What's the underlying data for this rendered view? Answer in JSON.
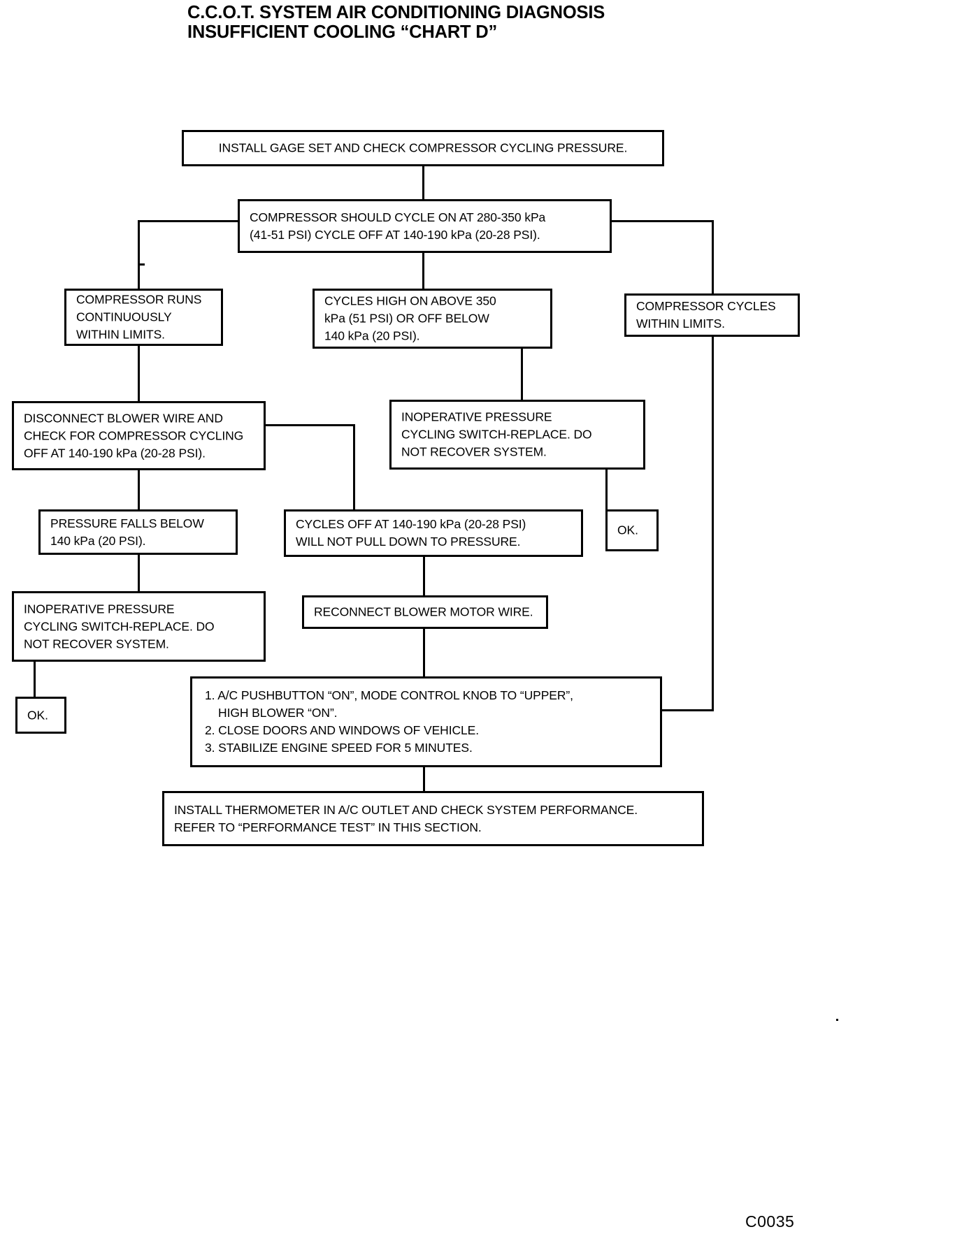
{
  "document": {
    "title_line1": "C.C.O.T. SYSTEM AIR CONDITIONING DIAGNOSIS",
    "title_line2": "INSUFFICIENT COOLING “CHART D”",
    "figure_code": "C0035"
  },
  "nodes": {
    "install_gage": {
      "text": "INSTALL GAGE SET AND CHECK COMPRESSOR CYCLING PRESSURE."
    },
    "cycle_spec": {
      "text": "COMPRESSOR SHOULD CYCLE ON AT 280-350 kPa\n(41-51 PSI) CYCLE OFF AT 140-190 kPa (20-28 PSI)."
    },
    "runs_continuously": {
      "text": "COMPRESSOR RUNS\nCONTINUOUSLY\nWITHIN LIMITS."
    },
    "cycles_high": {
      "text": "CYCLES HIGH ON ABOVE 350\nkPa (51 PSI) OR OFF BELOW\n140 kPa (20 PSI)."
    },
    "cycles_within_limits": {
      "text": "COMPRESSOR CYCLES\nWITHIN LIMITS."
    },
    "disconnect_blower": {
      "text": "DISCONNECT BLOWER WIRE AND\nCHECK FOR COMPRESSOR CYCLING\nOFF AT 140-190 kPa (20-28 PSI)."
    },
    "inop_switch_right": {
      "text": "INOPERATIVE PRESSURE\nCYCLING SWITCH-REPLACE. DO\nNOT RECOVER SYSTEM."
    },
    "pressure_falls": {
      "text": "PRESSURE FALLS BELOW\n140 kPa (20 PSI)."
    },
    "cycles_off_no_pulldown": {
      "text": "CYCLES OFF AT 140-190 kPa (20-28 PSI)\nWILL NOT PULL DOWN TO PRESSURE."
    },
    "ok_right": {
      "text": "OK."
    },
    "inop_switch_left": {
      "text": "INOPERATIVE PRESSURE\nCYCLING SWITCH-REPLACE. DO\nNOT RECOVER SYSTEM."
    },
    "reconnect_blower": {
      "text": "RECONNECT BLOWER MOTOR WIRE."
    },
    "ok_left": {
      "text": "OK."
    },
    "procedure_list": {
      "text": "1. A/C PUSHBUTTON “ON”, MODE CONTROL KNOB TO “UPPER”,\n    HIGH BLOWER “ON”.\n2. CLOSE DOORS AND WINDOWS OF VEHICLE.\n3. STABILIZE ENGINE SPEED FOR 5 MINUTES."
    },
    "install_thermometer": {
      "text": "INSTALL THERMOMETER IN A/C OUTLET AND CHECK SYSTEM PERFORMANCE.\nREFER TO “PERFORMANCE TEST” IN THIS SECTION."
    }
  },
  "flow": {
    "type": "flowchart",
    "orientation": "top-down",
    "edges": [
      {
        "from": "install_gage",
        "to": "cycle_spec"
      },
      {
        "from": "cycle_spec",
        "to": "runs_continuously"
      },
      {
        "from": "cycle_spec",
        "to": "cycles_high"
      },
      {
        "from": "cycle_spec",
        "to": "cycles_within_limits"
      },
      {
        "from": "runs_continuously",
        "to": "disconnect_blower"
      },
      {
        "from": "cycles_high",
        "to": "inop_switch_right"
      },
      {
        "from": "disconnect_blower",
        "to": "pressure_falls"
      },
      {
        "from": "disconnect_blower",
        "to": "cycles_off_no_pulldown"
      },
      {
        "from": "inop_switch_right",
        "to": "ok_right"
      },
      {
        "from": "pressure_falls",
        "to": "inop_switch_left"
      },
      {
        "from": "cycles_off_no_pulldown",
        "to": "reconnect_blower"
      },
      {
        "from": "inop_switch_left",
        "to": "ok_left"
      },
      {
        "from": "reconnect_blower",
        "to": "procedure_list"
      },
      {
        "from": "cycles_within_limits",
        "to": "procedure_list"
      },
      {
        "from": "procedure_list",
        "to": "install_thermometer"
      }
    ]
  }
}
